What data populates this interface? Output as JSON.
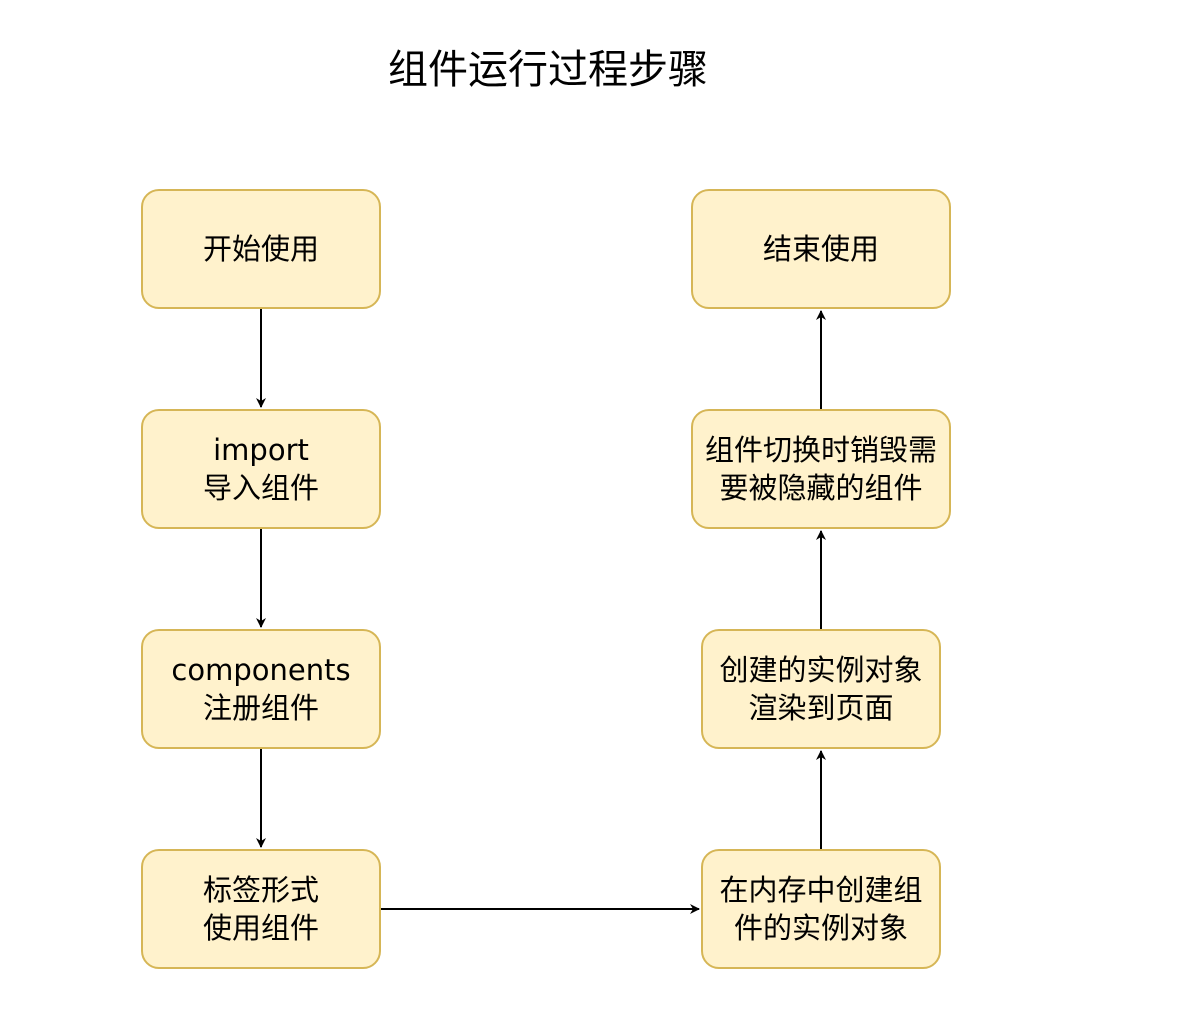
{
  "title": "组件运行过程步骤",
  "nodes": {
    "start": "开始使用",
    "import": "import\n导入组件",
    "register": "components\n注册组件",
    "tag": "标签形式\n使用组件",
    "create": "在内存中创建组\n件的实例对象",
    "render": "创建的实例对象\n渲染到页面",
    "destroy": "组件切换时销毁需\n要被隐藏的组件",
    "end": "结束使用"
  },
  "colors": {
    "node_fill": "#fff2cc",
    "node_stroke": "#d6b656",
    "edge": "#000000"
  }
}
